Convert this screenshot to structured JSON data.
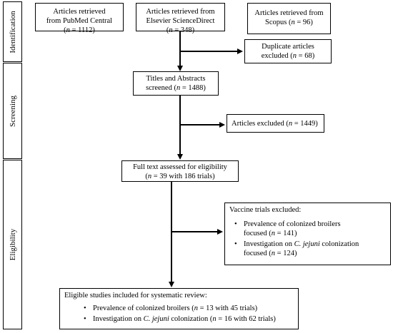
{
  "stages": {
    "identification": "Identification",
    "screening": "Screening",
    "eligibility": "Eligibility"
  },
  "pubmed": {
    "line1": "Articles retrieved",
    "line2": "from PubMed Central",
    "n_prefix": "(",
    "n": "n",
    "n_value": " = 1112)"
  },
  "elsevier": {
    "line1": "Articles retrieved from",
    "line2": "Elsevier ScienceDirect",
    "n_prefix": "(",
    "n": "n",
    "n_value": " = 348)"
  },
  "scopus": {
    "line1": "Articles retrieved from",
    "line2_prefix": "Scopus (",
    "n": "n",
    "n_value": " = 96)"
  },
  "duplicates": {
    "line1": "Duplicate articles",
    "line2_prefix": "excluded  (",
    "n": "n",
    "n_value": " = 68)"
  },
  "titles": {
    "line1": "Titles and Abstracts",
    "line2_prefix": "screened  (",
    "n": "n",
    "n_value": " = 1488)"
  },
  "excluded": {
    "prefix": "Articles excluded  (",
    "n": "n",
    "n_value": " = 1449)"
  },
  "fulltext": {
    "line1": "Full text assessed for eligibility",
    "line2_prefix": "(",
    "n": "n",
    "n_value": " = 39 with 186 trials)"
  },
  "vaccine": {
    "title": "Vaccine trials excluded:",
    "item1_line1": "Prevalence of colonized broilers",
    "item1_line2_prefix": "focused  (",
    "item1_n": "n",
    "item1_value": " = 141)",
    "item2_prefix": "Investigation on ",
    "item2_species": "C. jejuni",
    "item2_suffix": " colonization",
    "item2_line2_prefix": "focused  (",
    "item2_n": "n",
    "item2_value": " = 124)"
  },
  "eligible": {
    "title": "Eligible studies included for systematic review:",
    "item1_prefix": "Prevalence of colonized broilers (",
    "item1_n": "n",
    "item1_value": " = 13  with 45 trials)",
    "item2_prefix": "Investigation on ",
    "item2_species": "C. jejuni",
    "item2_mid": " colonization (",
    "item2_n": "n",
    "item2_value": " = 16 with 62 trials)"
  }
}
